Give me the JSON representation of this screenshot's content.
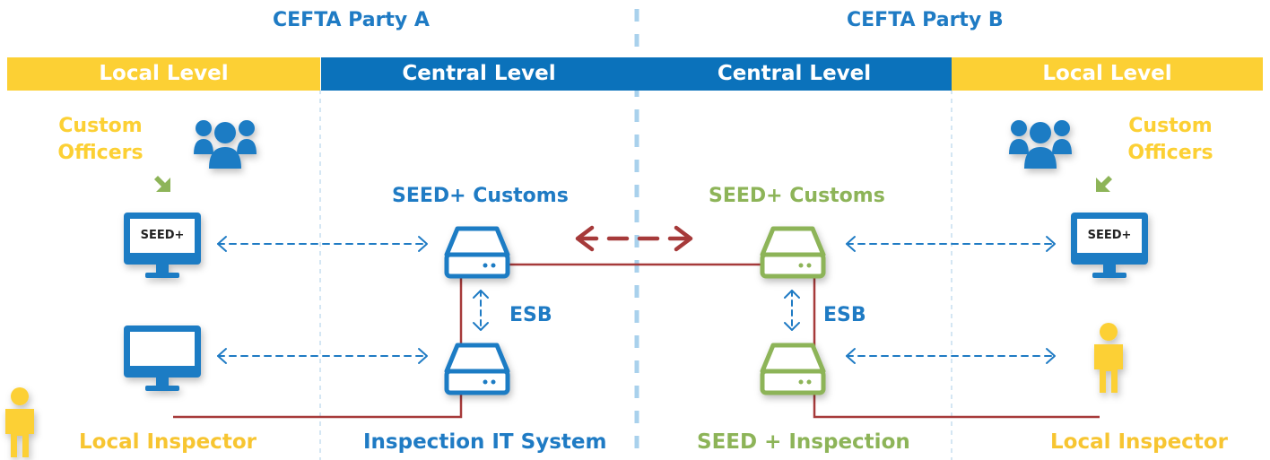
{
  "parties": {
    "a": "CEFTA Party A",
    "b": "CEFTA Party B"
  },
  "levels": {
    "left_local": "Local Level",
    "left_central": "Central Level",
    "right_central": "Central Level",
    "right_local": "Local Level"
  },
  "left": {
    "officers_line1": "Custom",
    "officers_line2": "Officers",
    "monitor_label": "SEED+",
    "service_top": "SEED+ Customs",
    "esb": "ESB",
    "local_inspector": "Local Inspector",
    "inspection_system": "Inspection IT System"
  },
  "right": {
    "officers_line1": "Custom",
    "officers_line2": "Officers",
    "monitor_label": "SEED+",
    "service_top": "SEED+ Customs",
    "esb": "ESB",
    "local_inspector": "Local Inspector",
    "inspection_system": "SEED + Inspection"
  },
  "colors": {
    "blue": "#1f7bc4",
    "dark_blue": "#0b72bb",
    "yellow": "#fcd034",
    "green": "#8db458",
    "red": "#a63a3a",
    "dashed_divider": "#a9d1ec"
  }
}
